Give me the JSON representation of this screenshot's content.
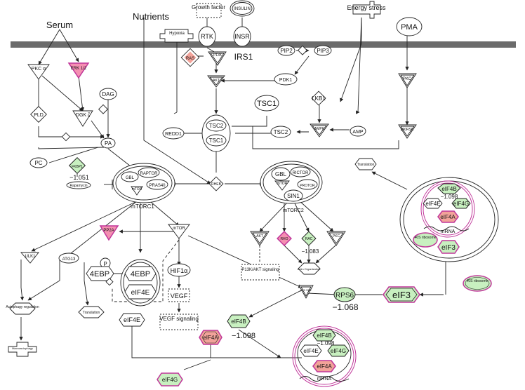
{
  "labels": {
    "serum": "Serum",
    "nutrients": "Nutrients",
    "growth_factor": "Growth factor",
    "insulin": "INSULIN",
    "energy_stress": "Energy stress",
    "pma": "PMA",
    "hypoxia": "Hypoxia",
    "rtk": "RTK",
    "insr": "INSR",
    "ras": "RAS",
    "p13k": "P13K",
    "irs1": "IRS1",
    "pip2": "PIP2",
    "pip3": "PIP3",
    "pkc_alpha": "PKC α",
    "erk12": "ERK 1/2",
    "akt": "AKT",
    "pdk1": "PDK1",
    "lkb1": "LKB1",
    "pkc_right": "PKC",
    "dag": "DAG",
    "dgk": "DGK ζ",
    "pld": "PLD",
    "pa": "PA",
    "tsc1": "TSC1",
    "tsc2_complex": "TSC2",
    "tsc1_complex": "TSC1",
    "tsc2": "TSC2",
    "redd1": "REDD1",
    "ampk": "AMPK",
    "amp": "AMP",
    "p90rsk": "p90RSK",
    "pc": "PC",
    "fkbp1": "FKBP1",
    "fkbp1_value": "−1.051",
    "rapamycin": "Rapamycin",
    "gbl": "GBL",
    "raptor": "RAPTOR",
    "pras40": "PRAS40",
    "mtor": "mTOR",
    "mtorc1": "mTORC1",
    "rheb": "RHEB",
    "gbl2": "GBL",
    "rictor": "RICTOR",
    "protor": "PROTOR",
    "mtor2": "mTOR",
    "sin1": "SIN1",
    "mtorc2": "mTORC2",
    "translation": "Translation",
    "eif4b": "eIF4B",
    "eif4e": "eIF4E",
    "eif4g": "eIF4G",
    "eif4a": "eIF4A",
    "mrna": "mRNA",
    "ribosome_40s": "40S ribosome",
    "eif3": "eIF3",
    "value_1098": "−1.098",
    "pp2a": "PP2A",
    "mtor_signal": "mTOR",
    "ulk1": "ULK1",
    "atg13": "ATG13",
    "autophagy": "Autophagy regulation",
    "macroautophagy": "Macroautophagy",
    "p_label": "P",
    "4ebp": "4EBP",
    "4ebp_complex": "4EBP",
    "eif4e_complex": "eIF4E",
    "hif1a": "HIF1α",
    "vegf": "VEGF",
    "vegf_signaling": "VEGF signaling",
    "translation_mid": "Translation",
    "eif4e_free": "eIF4E",
    "akt2": "AKT",
    "rho": "RHO",
    "rac": "RAC",
    "pkc2": "PKC",
    "rac_value": "−1.083",
    "actin": "Actin Organization",
    "p13k_akt_signaling": "P13K/AKT signaling",
    "p70s6k": "p70 S6K",
    "rps6": "RPS6",
    "rps6_value": "−1.068",
    "eif3_mid": "eIF3",
    "ribosome_40s_right": "40S ribosome",
    "eif4b_mid": "eIF4B",
    "eif4b_mid_value": "−1.098",
    "eif4a_mid": "eIF4A",
    "eif4g_bottom": "eIF4G",
    "b_eif4b": "eIF4B",
    "b_value": "−1.098",
    "b_eif4e": "eIF4E",
    "b_eif4g": "eIF4G",
    "b_eif4a": "eIF4A",
    "b_mrna": "mRNA"
  },
  "colors": {
    "membrane": "#6b6b6b",
    "down_regulated": "#c8f0c0",
    "up_regulated": "#f2a39a",
    "highlight": "#f48fb1",
    "complex_border": "#c0379a"
  }
}
